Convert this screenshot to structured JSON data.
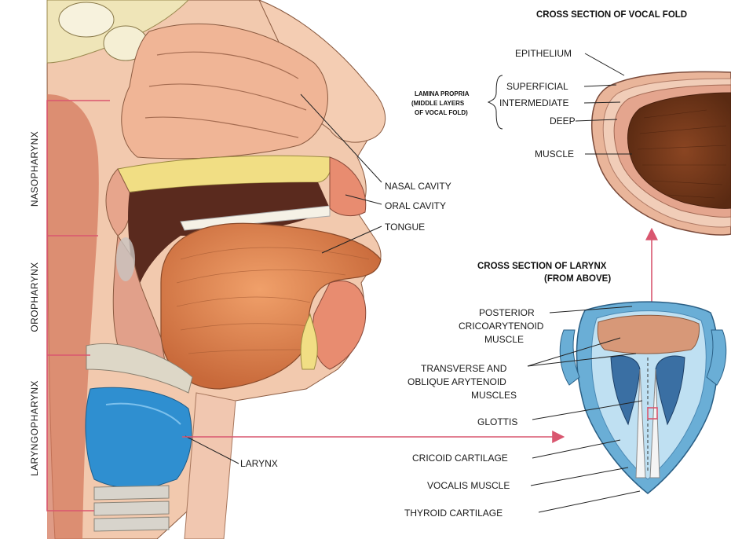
{
  "sagittal": {
    "regions": [
      "NASOPHARYNX",
      "OROPHARYNX",
      "LARYNGOPHARYNX"
    ],
    "labels": {
      "nasal_cavity": "NASAL CAVITY",
      "oral_cavity": "ORAL CAVITY",
      "tongue": "TONGUE",
      "larynx": "LARYNX"
    }
  },
  "vocal_fold": {
    "title": "CROSS SECTION OF VOCAL FOLD",
    "lamina_propria": [
      "LAMINA PROPRIA",
      "(MIDDLE LAYERS",
      "OF VOCAL FOLD)"
    ],
    "layers": {
      "epithelium": "EPITHELIUM",
      "superficial": "SUPERFICIAL",
      "intermediate": "INTERMEDIATE",
      "deep": "DEEP",
      "muscle": "MUSCLE"
    }
  },
  "larynx_section": {
    "title": [
      "CROSS SECTION OF LARYNX",
      "(FROM ABOVE)"
    ],
    "labels": {
      "posterior": [
        "POSTERIOR",
        "CRICOARYTENOID",
        "MUSCLE"
      ],
      "transverse": [
        "TRANSVERSE AND",
        "OBLIQUE ARYTENOID",
        "MUSCLES"
      ],
      "glottis": "GLOTTIS",
      "cricoid": "CRICOID CARTILAGE",
      "vocalis": "VOCALIS MUSCLE",
      "thyroid": "THYROID CARTILAGE"
    }
  },
  "colors": {
    "region_bracket": "#d9566f",
    "arrow": "#d9566f",
    "tissue": "#e9b59a",
    "tongue": "#d9804f",
    "cartilage": "#6aaed6",
    "larynx_blue": "#2f8fd0",
    "muscle_core": "#6b3318"
  }
}
